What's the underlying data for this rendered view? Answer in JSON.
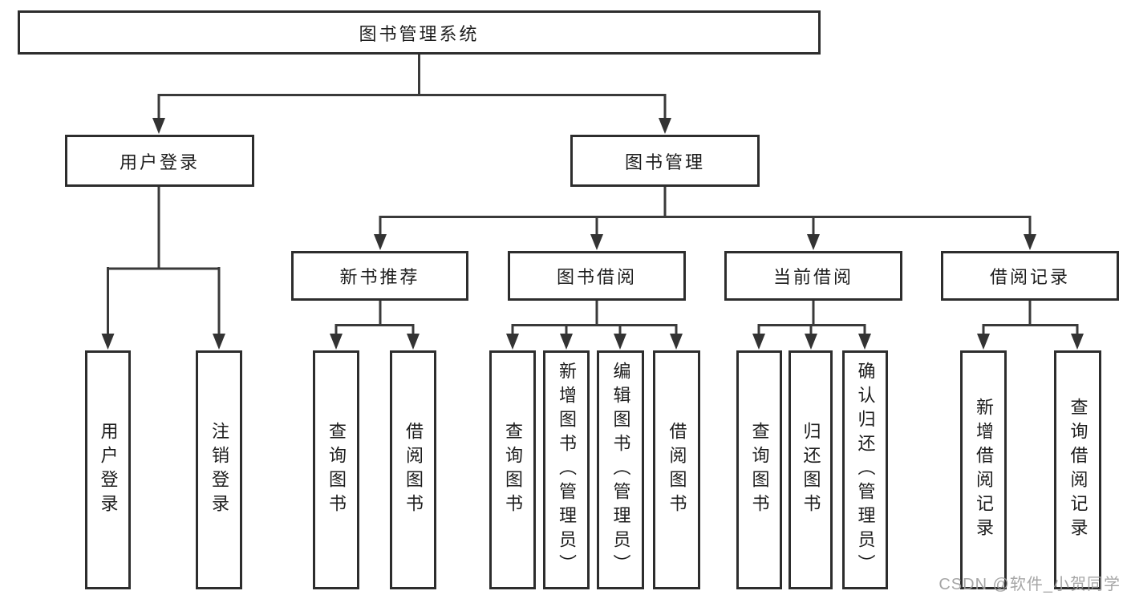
{
  "colors": {
    "line": "#3a3a3a",
    "box_border": "#2d2d2d",
    "box_fill": "#ffffff",
    "text": "#1d1d1d",
    "watermark": "#9e9e9e"
  },
  "watermark": {
    "text": "CSDN @软件_小贺同学"
  },
  "tree": {
    "label": "图书管理系统",
    "children": [
      {
        "label": "用户登录",
        "children": [
          {
            "label": "用户登录"
          },
          {
            "label": "注销登录"
          }
        ]
      },
      {
        "label": "图书管理",
        "children": [
          {
            "label": "新书推荐",
            "children": [
              {
                "label": "查询图书"
              },
              {
                "label": "借阅图书"
              }
            ]
          },
          {
            "label": "图书借阅",
            "children": [
              {
                "label": "查询图书"
              },
              {
                "label": "新增图书（管理员）"
              },
              {
                "label": "编辑图书（管理员）"
              },
              {
                "label": "借阅图书"
              }
            ]
          },
          {
            "label": "当前借阅",
            "children": [
              {
                "label": "查询图书"
              },
              {
                "label": "归还图书"
              },
              {
                "label": "确认归还（管理员）"
              }
            ]
          },
          {
            "label": "借阅记录",
            "children": [
              {
                "label": "新增借阅记录"
              },
              {
                "label": "查询借阅记录"
              }
            ]
          }
        ]
      }
    ]
  }
}
